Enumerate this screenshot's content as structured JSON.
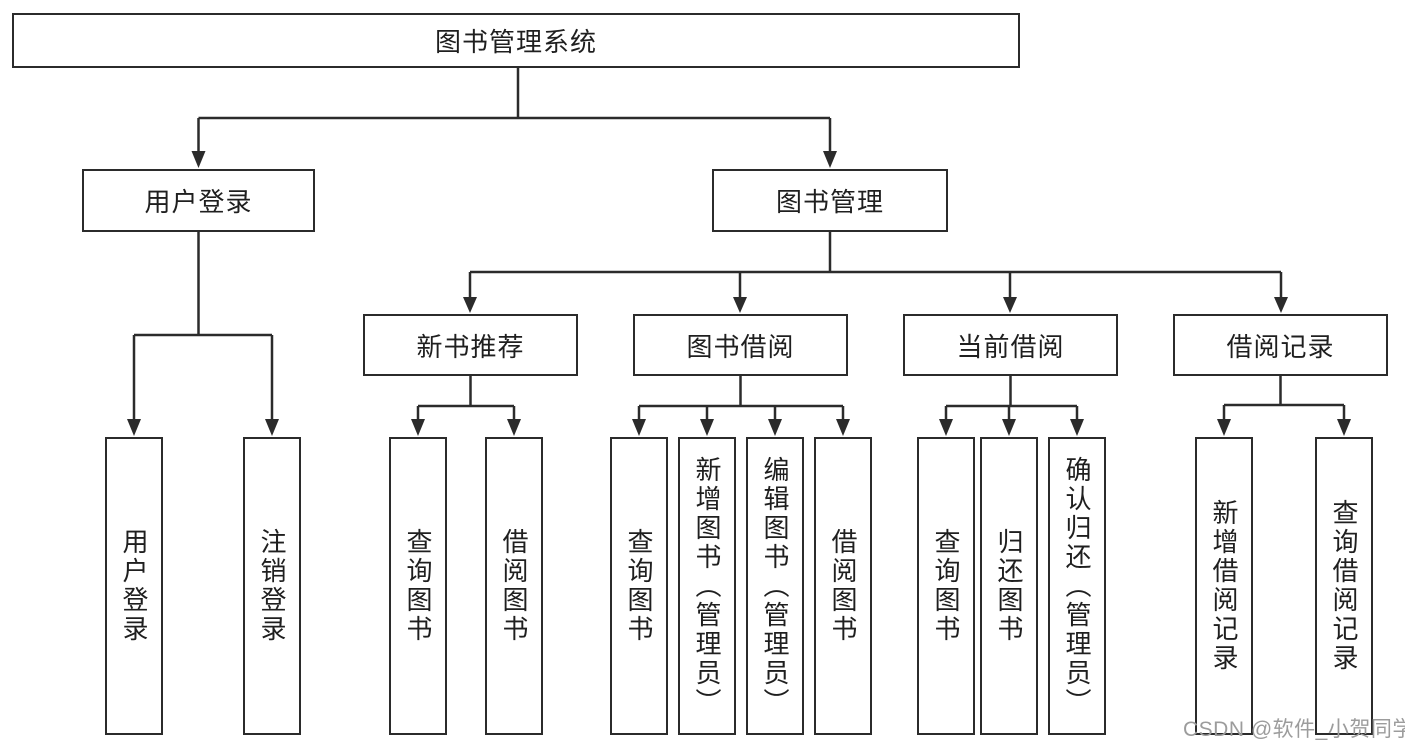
{
  "tree": {
    "root": "图书管理系统",
    "branches": [
      {
        "label": "用户登录",
        "children": [
          "用户登录",
          "注销登录"
        ]
      },
      {
        "label": "图书管理",
        "sections": [
          {
            "label": "新书推荐",
            "children": [
              "查询图书",
              "借阅图书"
            ]
          },
          {
            "label": "图书借阅",
            "children": [
              "查询图书",
              "新增图书（管理员）",
              "编辑图书（管理员）",
              "借阅图书"
            ]
          },
          {
            "label": "当前借阅",
            "children": [
              "查询图书",
              "归还图书",
              "确认归还（管理员）"
            ]
          },
          {
            "label": "借阅记录",
            "children": [
              "新增借阅记录",
              "查询借阅记录"
            ]
          }
        ]
      }
    ]
  },
  "colors": {
    "line": "#2b2b2b",
    "box_border": "#2b2b2b",
    "text": "#1f1f1f",
    "watermark": "#9c9c9c"
  },
  "watermark": "CSDN @软件_小贺同学"
}
